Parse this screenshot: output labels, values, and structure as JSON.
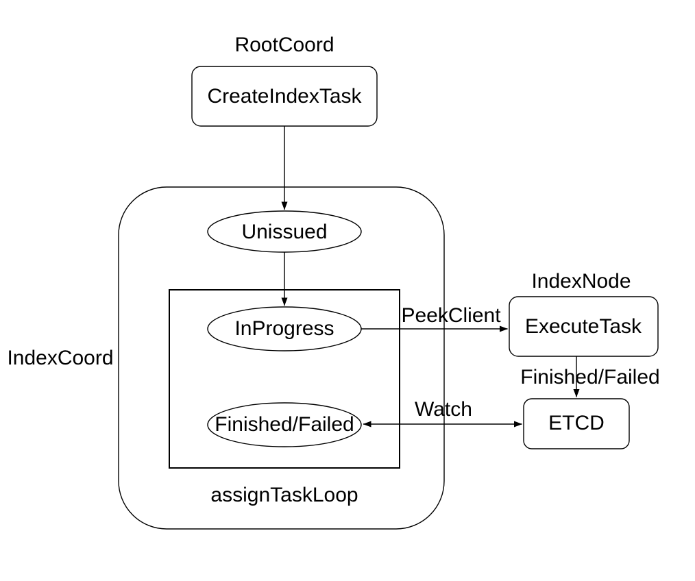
{
  "diagram": {
    "groups": {
      "root_coord": {
        "label": "RootCoord"
      },
      "index_coord": {
        "label": "IndexCoord"
      },
      "assign_task_loop": {
        "label": "assignTaskLoop"
      },
      "index_node": {
        "label": "IndexNode"
      }
    },
    "nodes": {
      "create_index_task": {
        "label": "CreateIndexTask",
        "shape": "rounded-rect"
      },
      "unissued": {
        "label": "Unissued",
        "shape": "ellipse"
      },
      "in_progress": {
        "label": "InProgress",
        "shape": "ellipse"
      },
      "finished_failed": {
        "label": "Finished/Failed",
        "shape": "ellipse"
      },
      "execute_task": {
        "label": "ExecuteTask",
        "shape": "rounded-rect"
      },
      "etcd": {
        "label": "ETCD",
        "shape": "rounded-rect"
      }
    },
    "edges": {
      "create_to_unissued": {
        "label": "",
        "from": "create_index_task",
        "to": "unissued"
      },
      "unissued_to_in_progress": {
        "label": "",
        "from": "unissued",
        "to": "in_progress"
      },
      "peek_client": {
        "label": "PeekClient",
        "from": "in_progress",
        "to": "execute_task"
      },
      "finished_failed": {
        "label": "Finished/Failed",
        "from": "execute_task",
        "to": "etcd"
      },
      "watch": {
        "label": "Watch",
        "from": "finished_failed",
        "to": "etcd",
        "bidirectional": true
      }
    },
    "colors": {
      "stroke": "#000000",
      "text": "#000000",
      "background": "#ffffff"
    }
  }
}
